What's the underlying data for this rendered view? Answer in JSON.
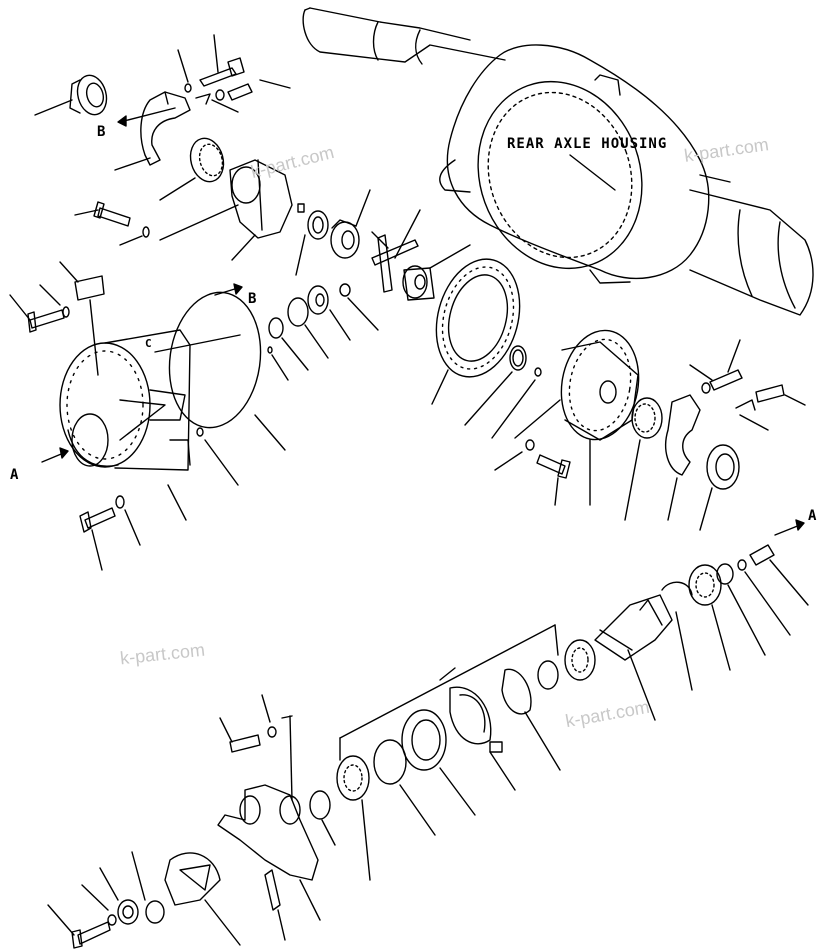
{
  "diagram": {
    "housing_label": "REAR AXLE HOUSING",
    "ref_a": "A",
    "ref_b": "B",
    "ref_c": "C",
    "watermark": "k-part.com"
  },
  "colors": {
    "ink": "#000000",
    "paper": "#ffffff",
    "watermark": "#c8c8c8"
  }
}
